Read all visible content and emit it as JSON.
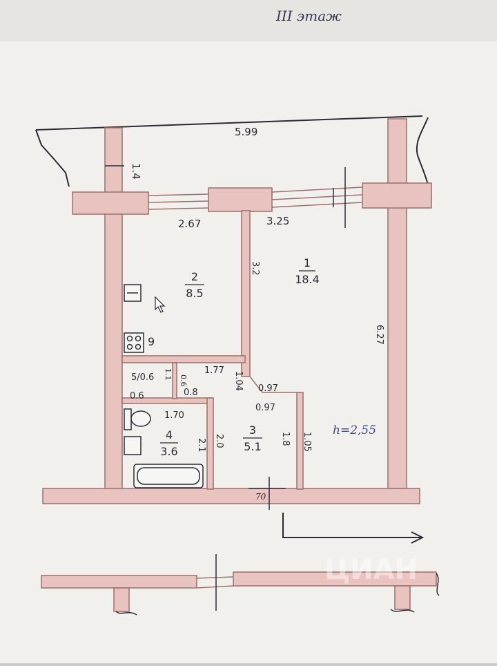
{
  "floor_label": "III этаж",
  "colors": {
    "wall_fill": "#e9c3bf",
    "wall_stroke": "#9a6f6b",
    "ink": "#2a2a33",
    "blue_ink": "#3a4a8a",
    "paper": "#f3f2ef"
  },
  "dimensions": {
    "top_width": "5.99",
    "balcony_depth": "1.4",
    "room2_width": "2.67",
    "room1_width": "3.25",
    "room2_depth": "3.2",
    "room1_depth": "6.27",
    "closet_dim": "1.77",
    "hall_dim_a": "1.04",
    "hall_dim_b": "0.97",
    "hall_dim_c": "0.97",
    "small_a": "5/0.6",
    "small_b": "1.1",
    "small_c": "0.6",
    "small_d": "0.6",
    "small_e": "0.8",
    "bath_width": "1.70",
    "bath_depth": "2.1",
    "hall_wall": "2.0",
    "hall_right": "1.8",
    "hall_far": "1.05",
    "door_width": "70"
  },
  "rooms": [
    {
      "number": "1",
      "area": "18.4"
    },
    {
      "number": "2",
      "area": "8.5"
    },
    {
      "number": "3",
      "area": "5.1"
    },
    {
      "number": "4",
      "area": "3.6"
    }
  ],
  "stove_number": "9",
  "ceiling_height": "h=2,55",
  "watermark": "ЦИАН"
}
